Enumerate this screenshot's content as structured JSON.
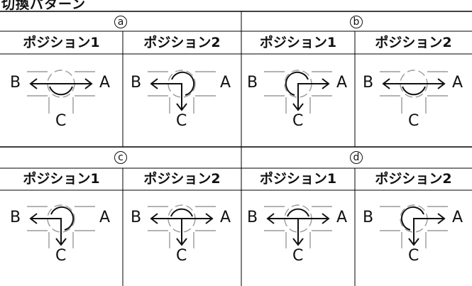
{
  "title": "切換パターン",
  "sections": [
    {
      "label": "a",
      "cells": [
        {
          "position": "ポジション1",
          "type": "through"
        },
        {
          "position": "ポジション2",
          "type": "BtoC"
        }
      ]
    },
    {
      "label": "b",
      "cells": [
        {
          "position": "ポジション1",
          "type": "CtoA"
        },
        {
          "position": "ポジション2",
          "type": "through"
        }
      ]
    },
    {
      "label": "c",
      "cells": [
        {
          "position": "ポジション1",
          "type": "BtoC"
        },
        {
          "position": "ポジション2",
          "type": "T"
        }
      ]
    },
    {
      "label": "d",
      "cells": [
        {
          "position": "ポジション1",
          "type": "T"
        },
        {
          "position": "ポジション2",
          "type": "CtoA"
        }
      ]
    }
  ],
  "ports": {
    "a": "A",
    "b": "B",
    "c": "C"
  },
  "colors": {
    "pipe": "#9a9a9a",
    "arrow": "#111111",
    "grid": "#000000"
  }
}
